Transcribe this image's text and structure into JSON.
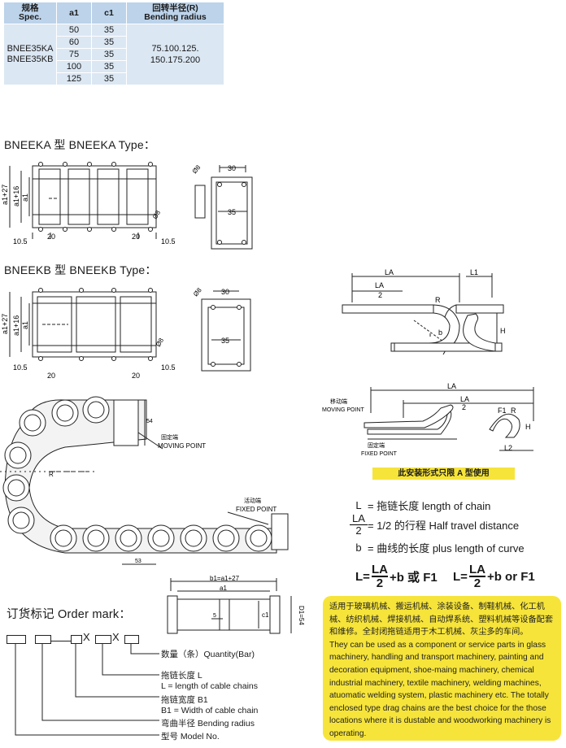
{
  "spec_table": {
    "headers": {
      "spec_cn": "规格",
      "spec_en": "Spec.",
      "a1": "a1",
      "c1": "c1",
      "radius_cn": "回转半径(R)",
      "radius_en": "Bending radius"
    },
    "models": [
      "BNEE35KA",
      "BNEE35KB"
    ],
    "rows": [
      {
        "a1": "50",
        "c1": "35"
      },
      {
        "a1": "60",
        "c1": "35"
      },
      {
        "a1": "75",
        "c1": "35"
      },
      {
        "a1": "100",
        "c1": "35"
      },
      {
        "a1": "125",
        "c1": "35"
      }
    ],
    "radius_line1": "75.100.125.",
    "radius_line2": "150.175.200"
  },
  "type_ka": {
    "title": "BNEEKA 型    BNEEKA Type："
  },
  "type_kb": {
    "title": "BNEEKB 型    BNEEKB Type："
  },
  "dims": {
    "a1_27": "a1+27",
    "a1_16": "a1+16",
    "a1": "a1",
    "d10_5": "10.5",
    "d20": "20",
    "d30": "30",
    "d35": "35",
    "phi8": "Ø8",
    "d54": "54",
    "d53": "53",
    "R": "R",
    "b1": "b1=a1+27",
    "c1": "c1",
    "d5": "5",
    "D1": "D1=54"
  },
  "chain_labels": {
    "moving_cn": "固定端",
    "moving_en": "MOVING POINT",
    "fixed_cn": "活动端",
    "fixed_en": "FIXED POINT"
  },
  "install": {
    "LA": "LA",
    "L1": "L1",
    "two": "2",
    "R": "R",
    "b": "b",
    "H": "H",
    "F1": "F1",
    "L2": "L2",
    "moving_cn": "移动端",
    "moving_en": "MOVING POINT",
    "fixed_cn": "固定端",
    "fixed_en": "FIXED POINT",
    "banner": "此安装形式只限 A 型使用"
  },
  "legend": {
    "L_sym": "L",
    "L_text": "= 拖链长度  length of chain",
    "LA_num": "LA",
    "LA_den": "2",
    "LA_text": "= 1/2 的行程  Half travel distance",
    "b_sym": "b",
    "b_text": "= 曲线的长度  plus length of curve"
  },
  "formula": {
    "left_L": "L=",
    "num": "LA",
    "den": "2",
    "left_rest": "+b 或 F1",
    "right_L": "L=",
    "right_rest": "+b or F1"
  },
  "description": {
    "cn": "适用于玻璃机械、搬运机械、涂装设备、制鞋机械、化工机械、纺织机械、焊接机械、自动焊系统、塑料机械等设备配套和维修。全封闭拖链适用于木工机械、灰尘多的车间。",
    "en": "They can be used as a component or service parts in glass machinery, handling and transport machinery, painting and decoration equipment, shoe-maing machinery, chemical industrial machinery, textile machinery, welding machines, atuomatic welding system, plastic machinery etc. The totally enclosed type drag chains are the best choice for the those locations where it is dustable and woodworking machinery is operating."
  },
  "order_mark": {
    "title": "订货标记 Order mark：",
    "x": "X",
    "quantity": "数量（条）Quantity(Bar)",
    "length_cn": "拖链长度 L",
    "length_en": "L = length of cable chains",
    "width_cn": "拖链宽度 B1",
    "width_en": "B1 = Width of cable chain",
    "radius": "弯曲半径 Bending radius",
    "model": "型号 Model No."
  }
}
